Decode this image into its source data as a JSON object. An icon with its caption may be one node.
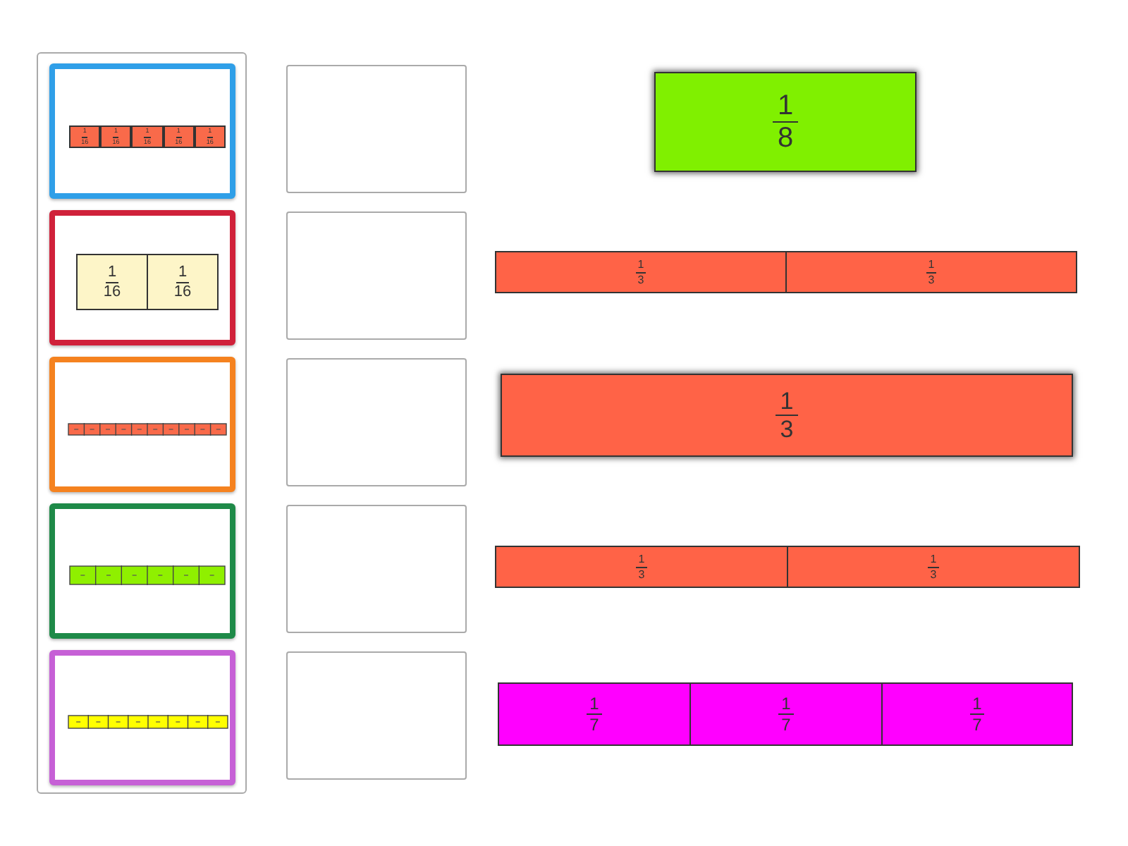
{
  "diagram": {
    "nodes": [
      {
        "text": [],
        "shape": "box"
      },
      {
        "text": [],
        "shape": "box",
        "in": 0
      },
      {
        "text": [
          "1",
          "16"
        ],
        "in": 1
      },
      {
        "text": [
          "1",
          "16"
        ],
        "in": 1
      },
      {
        "text": [
          "1",
          "16"
        ],
        "in": 1
      },
      {
        "text": [
          "1",
          "16"
        ],
        "in": 1
      },
      {
        "text": [
          "1",
          "16"
        ],
        "in": 1
      },
      {
        "text": [],
        "shape": "box",
        "in": 0
      },
      {
        "text": [
          "1",
          "16"
        ],
        "in": 7
      },
      {
        "text": [
          "1",
          "16"
        ],
        "in": 7
      },
      {
        "text": [],
        "shape": "box",
        "in": 0
      },
      {
        "text": [],
        "shape": "bar",
        "in": 10
      },
      {
        "text": [],
        "shape": "box",
        "in": 0
      },
      {
        "text": [],
        "shape": "bar",
        "in": 12
      },
      {
        "text": [],
        "shape": "box",
        "in": 0
      },
      {
        "text": [],
        "shape": "bar",
        "in": 14
      },
      {
        "text": [],
        "shape": "box"
      },
      {
        "text": [],
        "shape": "box"
      },
      {
        "text": [],
        "shape": "box"
      },
      {
        "text": [],
        "shape": "box"
      },
      {
        "text": [],
        "shape": "box"
      },
      {
        "text": [
          "1",
          "8"
        ]
      },
      {
        "text": [
          "1",
          "3"
        ]
      },
      {
        "text": [
          "1",
          "3"
        ]
      },
      {
        "text": [
          "1",
          "3"
        ]
      },
      {
        "text": [
          "1",
          "3"
        ]
      },
      {
        "text": [
          "1",
          "3"
        ]
      },
      {
        "text": [
          "1",
          "7"
        ]
      },
      {
        "text": [
          "1",
          "7"
        ]
      },
      {
        "text": [
          "1",
          "7"
        ]
      }
    ]
  }
}
